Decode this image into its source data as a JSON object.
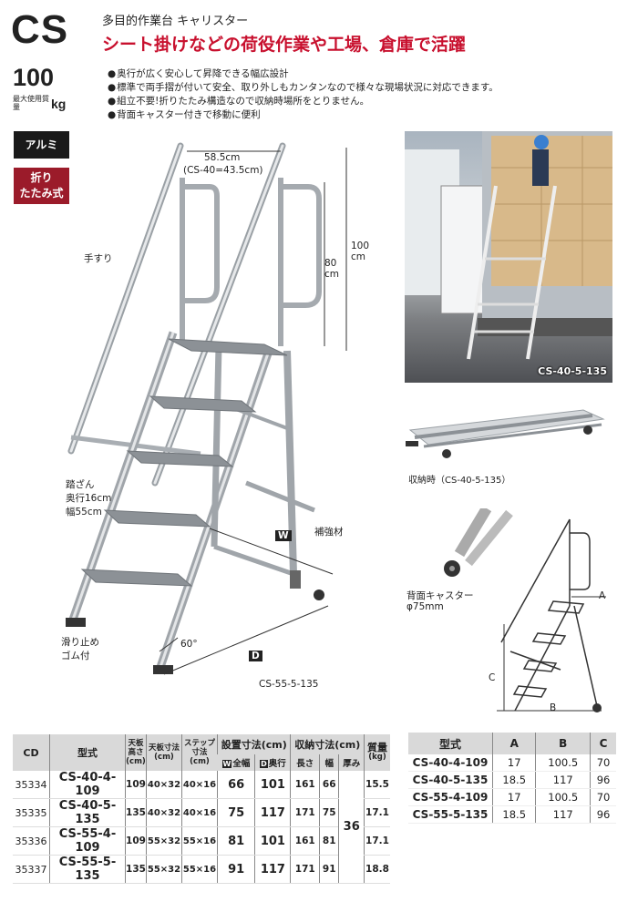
{
  "header": {
    "series": "CS",
    "subtitle": "多目的作業台 キャリスター",
    "headline": "シート掛けなどの荷役作業や工場、倉庫で活躍",
    "load_value": "100",
    "load_caption": "最大使用質量",
    "load_unit": "kg"
  },
  "features": [
    "奥行が広く安心して昇降できる幅広設計",
    "標準で両手摺が付いて安全、取り外しもカンタンなので様々な現場状況に対応できます。",
    "組立不要!折りたたみ構造なので収納時場所をとりません。",
    "背面キャスター付きで移動に便利"
  ],
  "badges": {
    "material": "アルミ",
    "fold_line1": "折り",
    "fold_line2": "たたみ式"
  },
  "diagram": {
    "width_top": "58.5cm",
    "width_top_alt": "(CS-40=43.5cm)",
    "handrail_label": "手すり",
    "height_80": "80",
    "height_80_unit": "cm",
    "height_100": "100",
    "height_100_unit": "cm",
    "step_label_1": "踏ざん",
    "step_label_2": "奥行16cm",
    "step_label_3": "幅55cm",
    "w_mark": "W",
    "d_mark": "D",
    "brace_label": "補強材",
    "nonslip_1": "滑り止め",
    "nonslip_2": "ゴム付",
    "angle": "60°",
    "model": "CS-55-5-135"
  },
  "photo_caption": "CS-40-5-135",
  "storage_caption": "収納時（CS-40-5-135）",
  "caster": {
    "label": "背面キャスター",
    "size": "φ75mm"
  },
  "side_diagram": {
    "a": "A",
    "b": "B",
    "c": "C"
  },
  "spec_table": {
    "headers": {
      "cd": "CD",
      "model": "型式",
      "height": "天板高さ",
      "height_unit": "(cm)",
      "top_size": "天板寸法",
      "top_size_unit": "(cm)",
      "step_size": "ステップ寸法",
      "step_size_unit": "(cm)",
      "install": "設置寸法(cm)",
      "install_w": "全幅",
      "install_d": "奥行",
      "storage": "収納寸法(cm)",
      "storage_len": "長さ",
      "storage_w": "幅",
      "storage_t": "厚み",
      "weight": "質量",
      "weight_unit": "(kg)"
    },
    "rows": [
      {
        "cd": "35334",
        "model": "CS-40-4-109",
        "height": "109",
        "top": "40×32",
        "step": "40×16",
        "w": "66",
        "d": "101",
        "len": "161",
        "sw": "66",
        "weight": "15.5"
      },
      {
        "cd": "35335",
        "model": "CS-40-5-135",
        "height": "135",
        "top": "40×32",
        "step": "40×16",
        "w": "75",
        "d": "117",
        "len": "171",
        "sw": "75",
        "weight": "17.1"
      },
      {
        "cd": "35336",
        "model": "CS-55-4-109",
        "height": "109",
        "top": "55×32",
        "step": "55×16",
        "w": "81",
        "d": "101",
        "len": "161",
        "sw": "81",
        "weight": "17.1"
      },
      {
        "cd": "35337",
        "model": "CS-55-5-135",
        "height": "135",
        "top": "55×32",
        "step": "55×16",
        "w": "91",
        "d": "117",
        "len": "171",
        "sw": "91",
        "weight": "18.8"
      }
    ],
    "thickness_shared": "36"
  },
  "dim_table": {
    "headers": [
      "型式",
      "A",
      "B",
      "C"
    ],
    "rows": [
      [
        "CS-40-4-109",
        "17",
        "100.5",
        "70"
      ],
      [
        "CS-40-5-135",
        "18.5",
        "117",
        "96"
      ],
      [
        "CS-55-4-109",
        "17",
        "100.5",
        "70"
      ],
      [
        "CS-55-5-135",
        "18.5",
        "117",
        "96"
      ]
    ]
  }
}
